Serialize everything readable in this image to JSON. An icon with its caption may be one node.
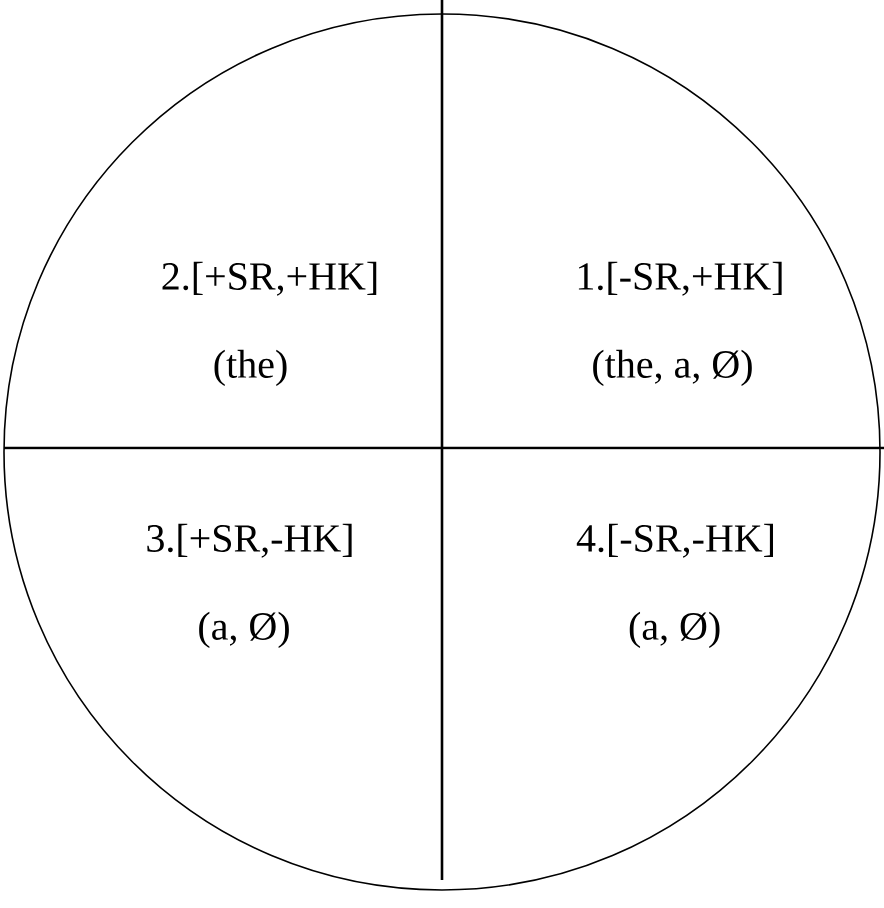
{
  "diagram": {
    "nodes": [
      {
        "text": [],
        "shape": "circle"
      },
      {
        "text": [
          "2.[+SR,+HK]",
          "(the)"
        ],
        "in": 0
      },
      {
        "text": [
          "1.[-SR,+HK]",
          "(the,  a,  Ø)"
        ],
        "in": 0
      },
      {
        "text": [
          "3.[+SR,-HK]",
          "(a,  Ø)"
        ],
        "in": 0
      },
      {
        "text": [
          "4.[-SR,-HK]",
          "(a,  Ø)"
        ],
        "in": 0
      }
    ],
    "edges": []
  }
}
